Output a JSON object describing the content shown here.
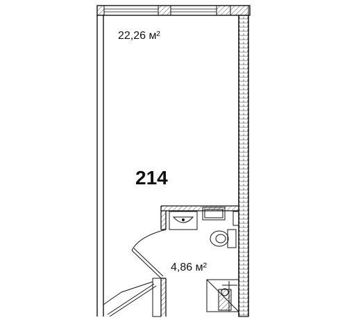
{
  "plan": {
    "unit_number": "214",
    "rooms": [
      {
        "id": "main-room",
        "area_text": "22,26 м²"
      },
      {
        "id": "bathroom",
        "area_text": "4,86 м²"
      }
    ]
  }
}
